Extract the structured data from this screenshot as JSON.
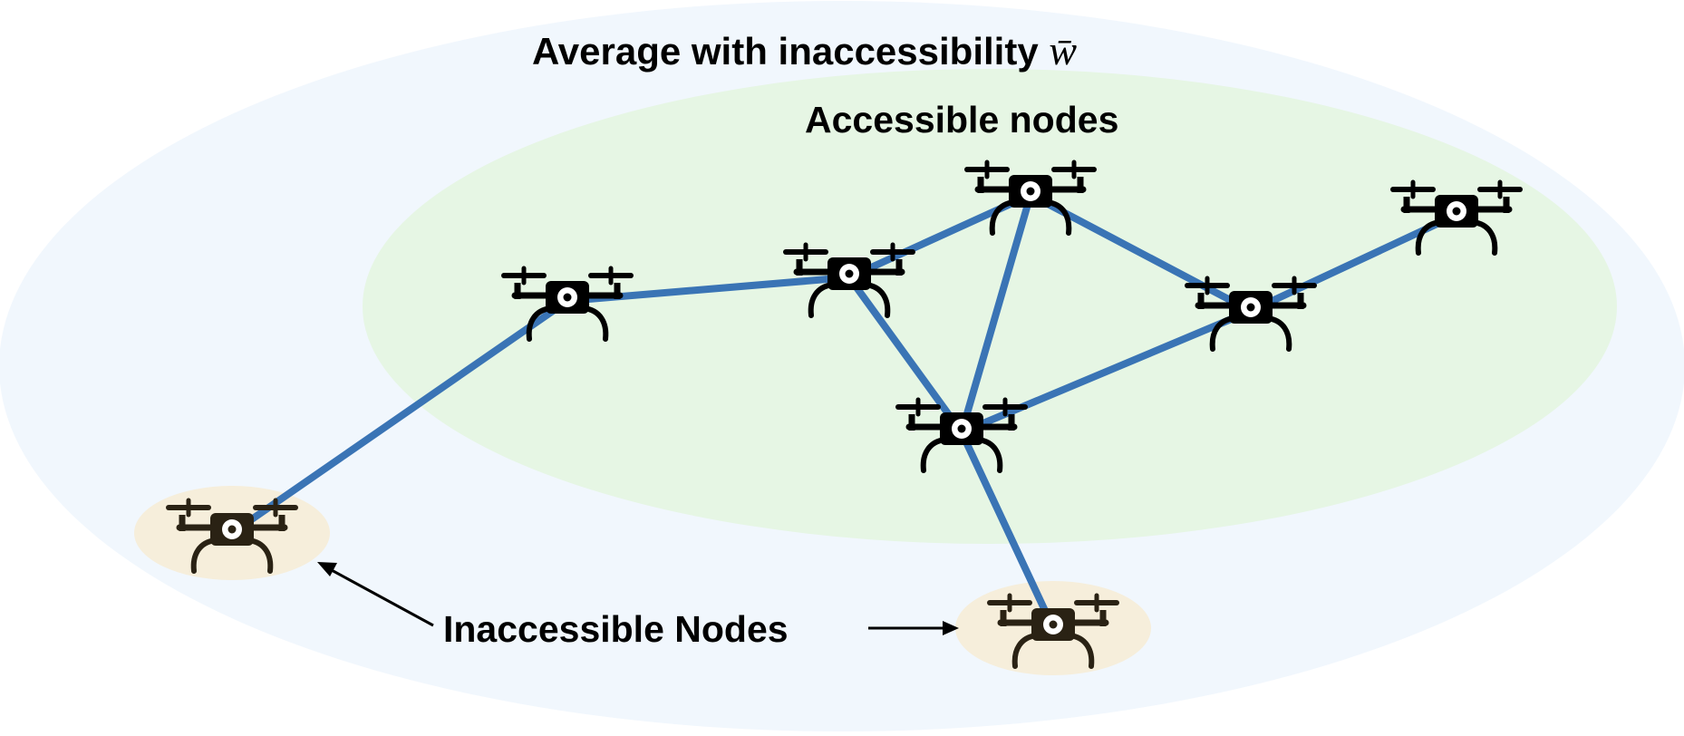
{
  "title": {
    "prefix": "Average with  inaccessibility ",
    "symbol": "w̄"
  },
  "accessible_label": "Accessible nodes",
  "inaccessible_label": "Inaccessible Nodes",
  "colors": {
    "outer_region": "#f1f7fd",
    "accessible_region": "#e6f6e4",
    "inaccessible_highlight": "#f6eedb",
    "edge": "#3a74b5",
    "drone": "#000000",
    "drone_inaccessible": "#2a2214"
  },
  "icon": "drone-icon",
  "nodes": [
    {
      "id": "n1",
      "accessible": true
    },
    {
      "id": "n2",
      "accessible": true
    },
    {
      "id": "n3",
      "accessible": true
    },
    {
      "id": "n4",
      "accessible": true
    },
    {
      "id": "n5",
      "accessible": true
    },
    {
      "id": "n6",
      "accessible": true
    },
    {
      "id": "i1",
      "accessible": false
    },
    {
      "id": "i2",
      "accessible": false
    }
  ],
  "edges": [
    [
      "i1",
      "n1"
    ],
    [
      "n1",
      "n2"
    ],
    [
      "n2",
      "n3"
    ],
    [
      "n2",
      "n4"
    ],
    [
      "n3",
      "n4"
    ],
    [
      "n3",
      "n5"
    ],
    [
      "n4",
      "n5"
    ],
    [
      "n5",
      "n6"
    ],
    [
      "n4",
      "i2"
    ]
  ]
}
